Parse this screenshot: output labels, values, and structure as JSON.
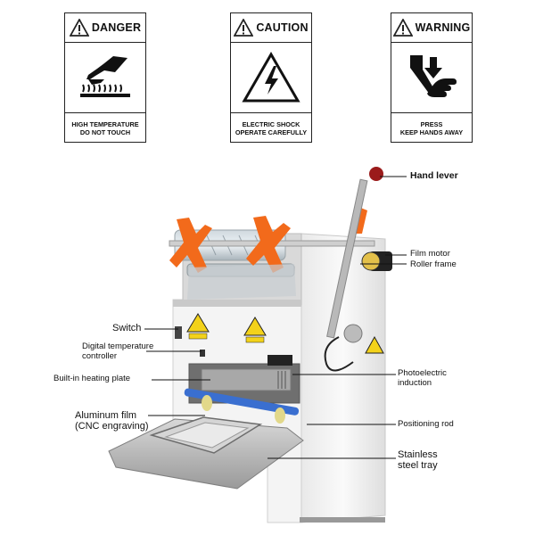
{
  "signs": [
    {
      "word": "DANGER",
      "caption": "HIGH TEMPERATURE\nDO NOT TOUCH",
      "icon": "hot-surface-icon"
    },
    {
      "word": "CAUTION",
      "caption": "ELECTRIC SHOCK\nOPERATE CAREFULLY",
      "icon": "electric-shock-icon"
    },
    {
      "word": "WARNING",
      "caption": "PRESS\nKEEP HANDS AWAY",
      "icon": "crush-hand-icon"
    }
  ],
  "labels": {
    "hand_lever": "Hand lever",
    "film_motor": "Film motor",
    "roller_frame": "Roller frame",
    "switch": "Switch",
    "digital_temp": "Digital temperature\ncontroller",
    "heating_plate": "Built-in heating plate",
    "photoelectric": "Photoelectric\ninduction",
    "aluminum_film": "Aluminum film\n(CNC engraving)",
    "positioning_rod": "Positioning rod",
    "steel_tray": "Stainless\nsteel tray"
  },
  "colors": {
    "accent_orange": "#f26a1b",
    "lever_knob": "#9b1b1b",
    "body": "#f2f2f2"
  }
}
